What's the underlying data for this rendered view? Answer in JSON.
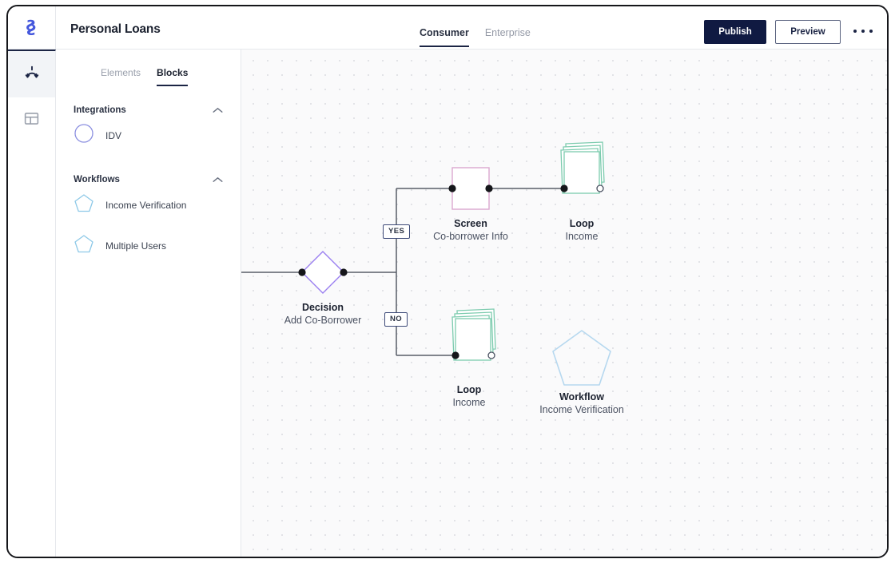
{
  "topbar": {
    "logo_icon": "brand-b-logo",
    "title": "Personal Loans",
    "tabs": [
      {
        "label": "Consumer",
        "active": true
      },
      {
        "label": "Enterprise",
        "active": false
      }
    ],
    "publish_label": "Publish",
    "preview_label": "Preview",
    "more_icon": "ellipsis-icon"
  },
  "rail": {
    "items": [
      {
        "icon": "flow-branch-icon",
        "active": true
      },
      {
        "icon": "layout-panel-icon",
        "active": false
      }
    ]
  },
  "panel": {
    "tabs": [
      {
        "label": "Elements",
        "active": false
      },
      {
        "label": "Blocks",
        "active": true
      }
    ],
    "groups": [
      {
        "title": "Integrations",
        "chevron": "chevron-up-icon",
        "items": [
          {
            "label": "IDV",
            "shape": "circle",
            "color": "#8b8fe0"
          }
        ]
      },
      {
        "title": "Workflows",
        "chevron": "chevron-up-icon",
        "items": [
          {
            "label": "Income Verification",
            "shape": "pentagon",
            "color": "#8ec9e8"
          },
          {
            "label": "Multiple Users",
            "shape": "pentagon",
            "color": "#8ec9e8"
          }
        ]
      }
    ]
  },
  "canvas": {
    "nodes": [
      {
        "id": "decision",
        "type": "decision",
        "shape": "diamond",
        "title": "Decision",
        "subtitle": "Add Co-Borrower",
        "stroke": "#9a7ff0"
      },
      {
        "id": "screen",
        "type": "screen",
        "shape": "square",
        "title": "Screen",
        "subtitle": "Co-borrower Info",
        "stroke": "#dba8cf"
      },
      {
        "id": "loop-top",
        "type": "loop",
        "shape": "stacked-cards",
        "title": "Loop",
        "subtitle": "Income",
        "stroke": "#7ccbae"
      },
      {
        "id": "loop-bottom",
        "type": "loop",
        "shape": "stacked-cards",
        "title": "Loop",
        "subtitle": "Income",
        "stroke": "#7ccbae"
      },
      {
        "id": "workflow",
        "type": "workflow",
        "shape": "pentagon",
        "title": "Workflow",
        "subtitle": "Income Verification",
        "stroke": "#b6d8ef"
      }
    ],
    "edge_labels": [
      {
        "id": "yes",
        "text": "YES"
      },
      {
        "id": "no",
        "text": "NO"
      }
    ],
    "edge_color": "#585d68"
  }
}
